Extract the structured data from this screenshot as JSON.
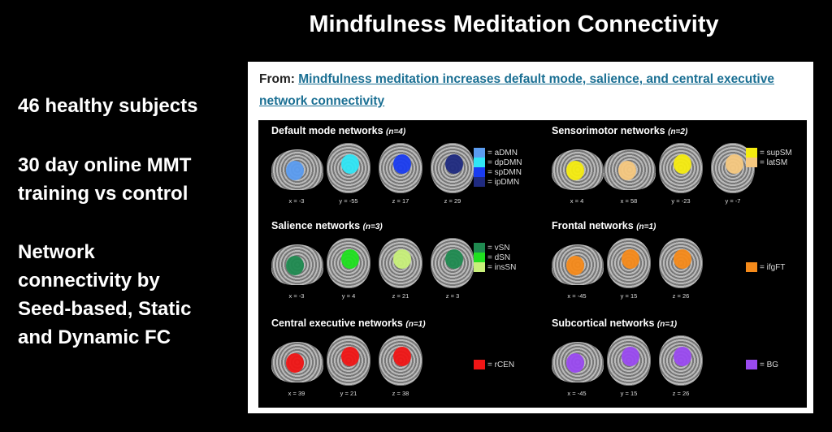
{
  "slide_title": "Mindfulness Meditation Connectivity",
  "left_text": {
    "line1": "46 healthy subjects",
    "line2a": "30 day online MMT",
    "line2b": "training vs control",
    "line3a": "Network",
    "line3b": "connectivity by",
    "line3c": "Seed-based, Static",
    "line3d": "and Dynamic FC"
  },
  "source": {
    "from_label": "From:",
    "link_text": "Mindfulness meditation increases default mode, salience, and central executive network connectivity"
  },
  "panels": [
    {
      "title": "Default mode networks",
      "n": "(n=4)",
      "slices": [
        "x = -3",
        "y = -55",
        "z = 17",
        "z = 29"
      ],
      "legend": [
        {
          "label": "= aDMN",
          "color": "#5b9cf0"
        },
        {
          "label": "= dpDMN",
          "color": "#30e6f5"
        },
        {
          "label": "= spDMN",
          "color": "#1a3cf0"
        },
        {
          "label": "= ipDMN",
          "color": "#1f2a80"
        }
      ]
    },
    {
      "title": "Sensorimotor networks",
      "n": "(n=2)",
      "slices": [
        "x = 4",
        "x = 58",
        "y = -23",
        "y = -7"
      ],
      "legend": [
        {
          "label": "= supSM",
          "color": "#f5ec10"
        },
        {
          "label": "= latSM",
          "color": "#f5c880"
        }
      ]
    },
    {
      "title": "Salience networks",
      "n": "(n=3)",
      "slices": [
        "x = -3",
        "y = 4",
        "z = 21",
        "z = 3"
      ],
      "legend": [
        {
          "label": "= vSN",
          "color": "#1f8a50"
        },
        {
          "label": "= dSN",
          "color": "#20e020"
        },
        {
          "label": "= insSN",
          "color": "#c8f07a"
        }
      ]
    },
    {
      "title": "Frontal networks",
      "n": "(n=1)",
      "slices": [
        "x = -45",
        "y = 15",
        "z = 26"
      ],
      "legend": [
        {
          "label": "= ifgFT",
          "color": "#f58a1a"
        }
      ]
    },
    {
      "title": "Central executive networks",
      "n": "(n=1)",
      "slices": [
        "x = 39",
        "y = 21",
        "z = 38"
      ],
      "legend": [
        {
          "label": "= rCEN",
          "color": "#f01515"
        }
      ]
    },
    {
      "title": "Subcortical networks",
      "n": "(n=1)",
      "slices": [
        "x = -45",
        "y = 15",
        "z = 26"
      ],
      "legend": [
        {
          "label": "= BG",
          "color": "#9a4af0"
        }
      ]
    }
  ]
}
